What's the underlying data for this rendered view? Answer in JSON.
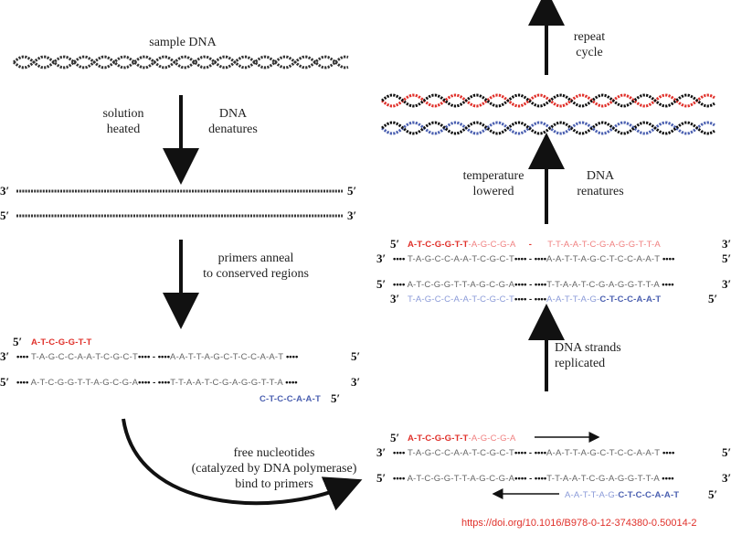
{
  "labels": {
    "sample_dna": "sample DNA",
    "solution_heated": "solution\nheated",
    "dna_denatures": "DNA\ndenatures",
    "primers_anneal": "primers anneal\nto conserved regions",
    "free_nucleotides": "free nucleotides\n(catalyzed by DNA polymerase)\nbind to primers",
    "dna_replicated": "DNA strands\nreplicated",
    "temp_lowered": "temperature\nlowered",
    "dna_renatures": "DNA\nrenatures",
    "repeat_cycle": "repeat\ncycle"
  },
  "ends": {
    "three": "3′",
    "five": "5′"
  },
  "seqs": {
    "primer_fwd": "A-T-C-G-G-T-T",
    "primer_rev": "C-T-C-C-A-A-T",
    "top_left": "T-A-G-C-C-A-A-T-C-G-C-T",
    "top_right": "A-A-T-T-A-G-C-T-C-C-A-A-T",
    "bot_left": "A-T-C-G-G-T-T-A-G-C-G-A",
    "bot_right": "T-T-A-A-T-C-G-A-G-G-T-T-A",
    "ext_fwd": "-A-G-C-G-A",
    "ext_rev": "A-A-T-T-A-G-",
    "ren_right": "T-T-A-A-T-C-G-A-G-G-T-T-A",
    "ren_top_left": "T-A-G-C-C-A-A-T-C-G-C-T",
    "dash": "-",
    "gap": "•••• - ••••",
    "dots": "••••"
  },
  "doi": "https://doi.org/10.1016/B978-0-12-374380-0.50014-2",
  "colors": {
    "red": "#e0302a",
    "blue": "#4a5fb0",
    "black": "#111111"
  }
}
